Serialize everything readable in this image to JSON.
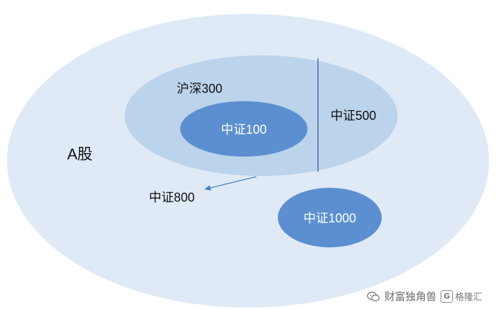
{
  "diagram": {
    "a_share": {
      "label": "A股",
      "fill": "#dfeaf6"
    },
    "hs300": {
      "label": "沪深300",
      "fill": "#bcd3ec"
    },
    "csi500": {
      "label": "中证500",
      "fill": "#bcd3ec"
    },
    "csi100": {
      "label": "中证100",
      "fill": "#5b8fd0"
    },
    "csi800": {
      "label": "中证800"
    },
    "csi1000": {
      "label": "中证1000",
      "fill": "#5b8fd0"
    },
    "line_color": "#3b5c86",
    "arrow_color": "#4a7fc0"
  },
  "watermark": {
    "account": "财富独角兽",
    "brand": "格隆汇",
    "wechat_icon": "wechat-icon",
    "brand_icon": "gelonghui-logo-icon"
  }
}
